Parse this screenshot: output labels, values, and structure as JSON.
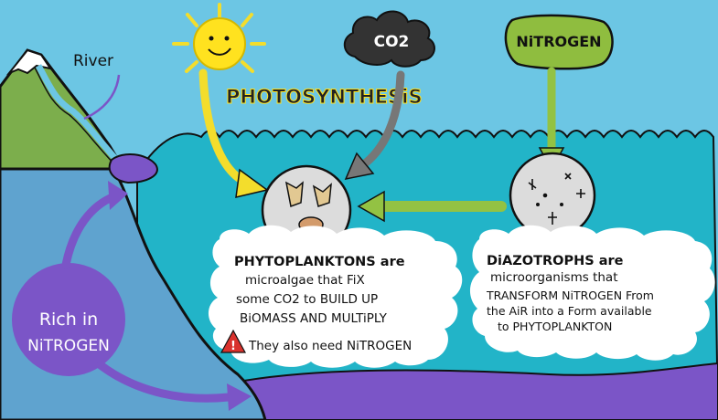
{
  "labels": {
    "river": "River",
    "co2": "CO2",
    "nitrogen": "NiTROGEN",
    "photosynthesis": "PHOTOSYNTHESiS",
    "rich_line1": "Rich in",
    "rich_line2": "NiTROGEN"
  },
  "phytoplankton_note": {
    "line1": "PHYTOPLANKTONS are",
    "line2": "microalgae that FiX",
    "line3": "some CO2 to BUILD UP",
    "line4": "BiOMASS AND MULTiPLY",
    "warning": "They also need NiTROGEN"
  },
  "diazotroph_note": {
    "line1": "DiAZOTROPHS are",
    "line2": "microorganisms that",
    "line3": "TRANSFORM NiTROGEN From",
    "line4": "the AiR into a Form available",
    "line5": "to PHYTOPLANKTON"
  },
  "colors": {
    "sky": "#6cc6e4",
    "sea": "#22b4c8",
    "sea_floor": "#7b55c7",
    "cliff": "#5fa3cf",
    "mountain": "#7cae4c",
    "sun": "#ffe21f",
    "co2_cloud": "#333333",
    "nitrogen_bubble": "#8fbd3f",
    "arrow_sun": "#f3dd2c",
    "arrow_co2": "#777777",
    "arrow_nitrogen": "#93c243",
    "rich_blob": "#7b55c7",
    "warning": "#d9322d"
  },
  "icons": [
    "sun-icon",
    "co2-cloud-icon",
    "warning-icon",
    "phytoplankton-cell-icon",
    "diazotroph-cell-icon"
  ]
}
